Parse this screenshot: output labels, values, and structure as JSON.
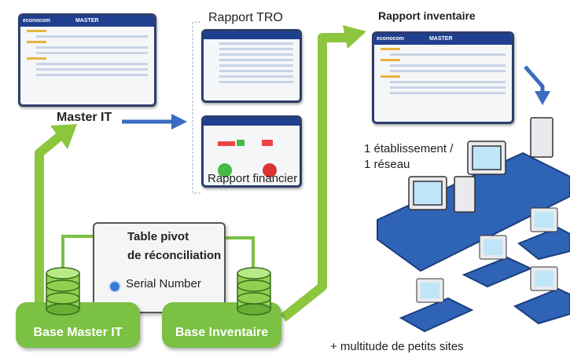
{
  "labels": {
    "rapport_tro": "Rapport TRO",
    "rapport_inventaire": "Rapport inventaire",
    "master_it": "Master IT",
    "rapport_financier": "Rapport financier",
    "etablissement_line1": "1 établissement /",
    "etablissement_line2": "1 réseau",
    "pivot_line1": "Table pivot",
    "pivot_line2": "de réconciliation",
    "serial_number": "Serial Number",
    "base_master_it": "Base Master IT",
    "base_inventaire": "Base Inventaire",
    "petits_sites": "+ multitude de petits sites"
  },
  "screens": {
    "brand": "econocom",
    "master_title": "MASTER"
  },
  "colors": {
    "green": "#7bc143",
    "blue_arrow": "#3b6cc1",
    "network_blue": "#2f63b6",
    "screen_frame": "#2c3e6b"
  }
}
